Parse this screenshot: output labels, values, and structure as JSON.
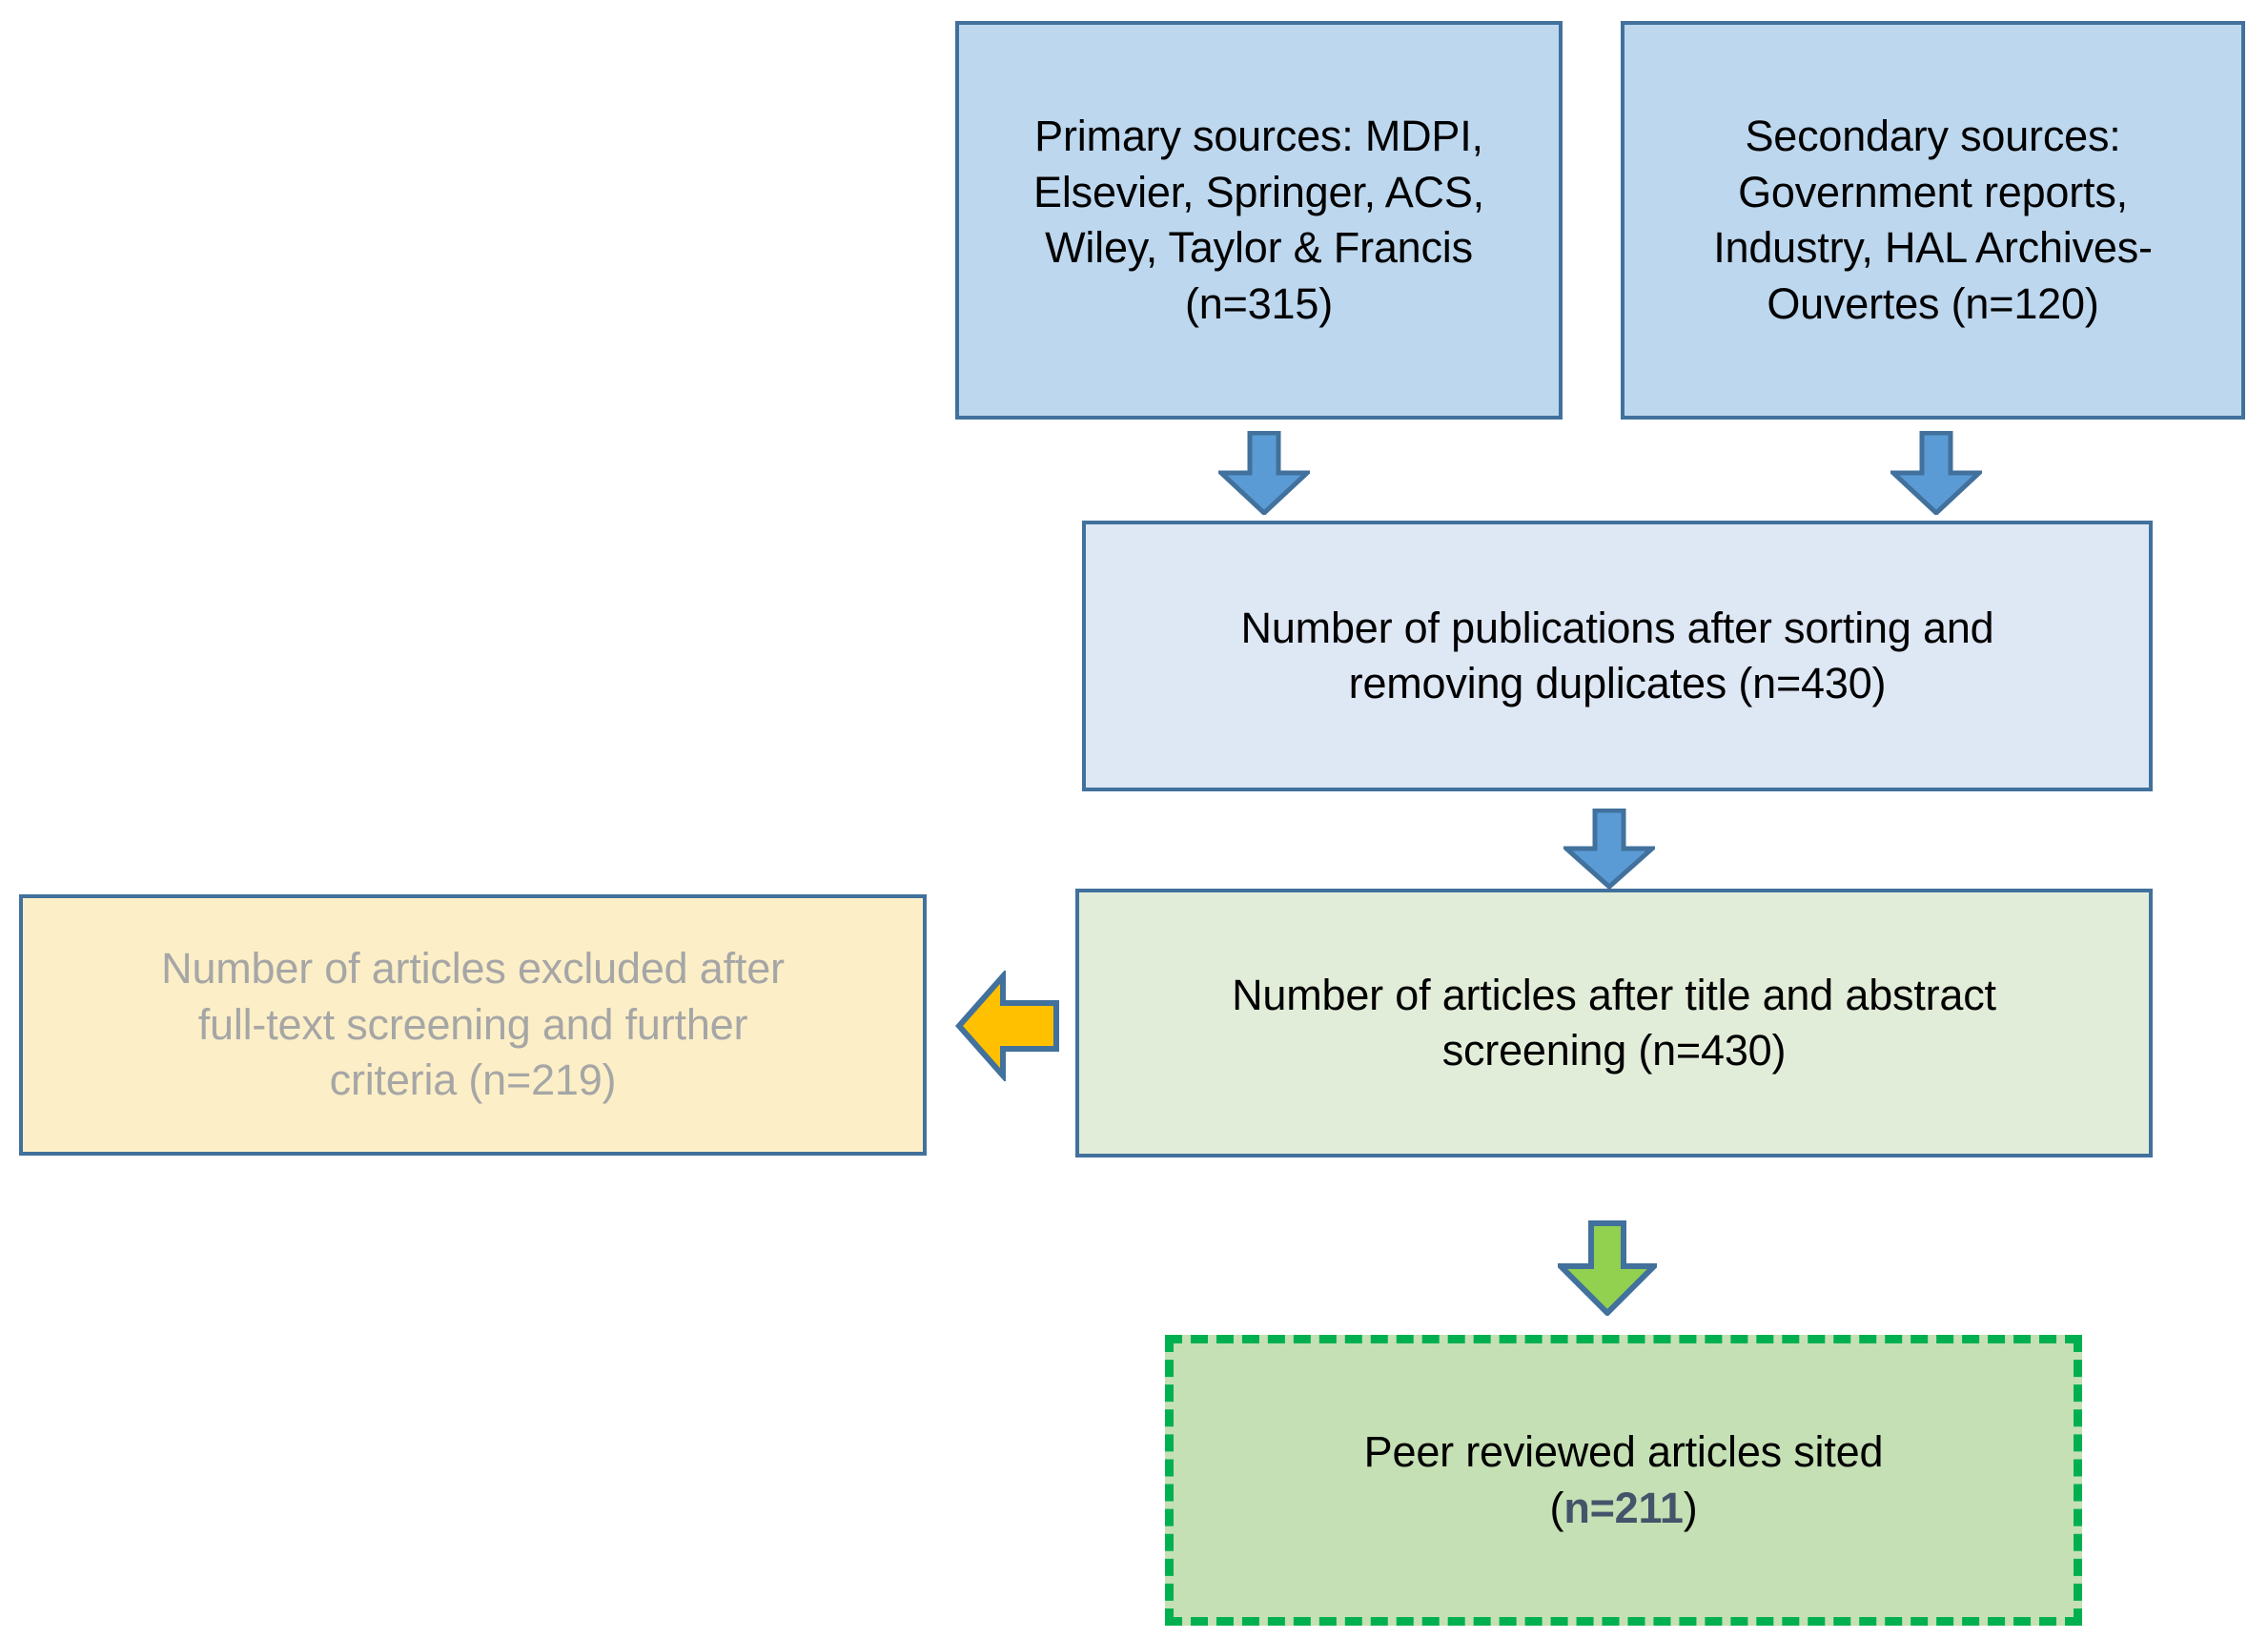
{
  "diagram": {
    "title": "PRISMA literature selection flow diagram",
    "colors": {
      "box_border_blue": "#41719C",
      "source_fill": "#BDD7EE",
      "dedup_fill": "#DEE7F4",
      "screened_fill": "#E2EDD9",
      "excluded_fill": "#FCEFC7",
      "cited_fill": "#C5E0B4",
      "cited_border_green": "#00B050",
      "arrow_blue": "#5B9BD5",
      "arrow_orange": "#FFC000",
      "arrow_green": "#92D050",
      "excluded_text_gray": "#A6A6A6",
      "highlight_navy": "#44546A"
    },
    "nodes": {
      "source_primary": {
        "label": "Primary sources: MDPI,\nElsevier, Springer, ACS,\nWiley, Taylor & Francis\n(n=315)",
        "count": 315,
        "count_text": "(n=315)"
      },
      "source_secondary": {
        "label": "Secondary sources:\nGovernment reports,\nIndustry, HAL Archives-\nOuvertes (n=120)",
        "count": 120,
        "count_text": "(n=120)"
      },
      "after_dedup": {
        "label": "Number of publications after sorting and\nremoving duplicates (n=430)",
        "count": 430,
        "count_text": "(n=430)"
      },
      "after_screening": {
        "label": "Number of articles after title and abstract\nscreening (n=430)",
        "count": 430,
        "count_text": "(n=430)"
      },
      "excluded": {
        "label": "Number of articles excluded after\nfull-text screening and further\ncriteria (n=219)",
        "count": 219,
        "count_text": "(n=219)"
      },
      "cited": {
        "label_line1": "Peer reviewed articles sited",
        "paren_open": "(",
        "count_text": "n=211",
        "paren_close": ")",
        "count": 211
      }
    },
    "arrows": {
      "primary_to_dedup": {
        "icon": "arrow-down-icon",
        "direction": "down",
        "color": "#5B9BD5"
      },
      "secondary_to_dedup": {
        "icon": "arrow-down-icon",
        "direction": "down",
        "color": "#5B9BD5"
      },
      "dedup_to_screening": {
        "icon": "arrow-down-icon",
        "direction": "down",
        "color": "#5B9BD5"
      },
      "screening_to_excluded": {
        "icon": "arrow-left-icon",
        "direction": "left",
        "color": "#FFC000"
      },
      "screening_to_cited": {
        "icon": "arrow-down-icon",
        "direction": "down",
        "color": "#92D050"
      }
    }
  }
}
